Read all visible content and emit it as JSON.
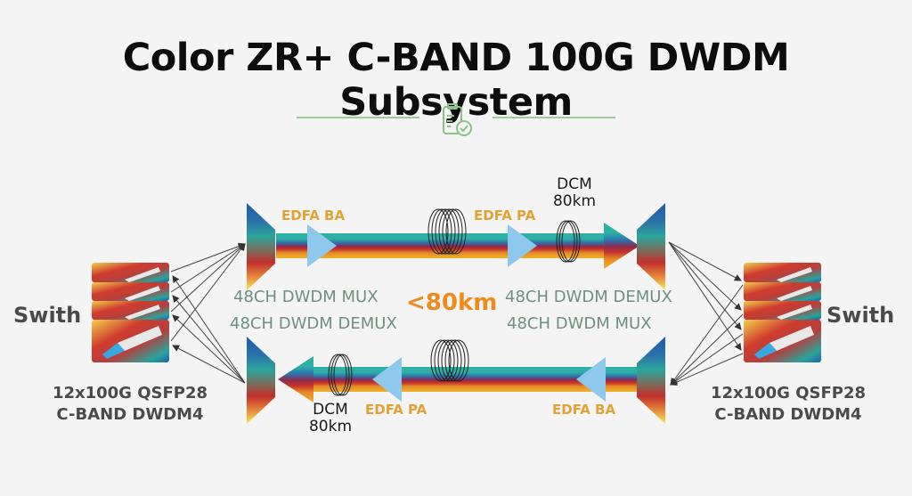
{
  "title": "Color ZR+ C-BAND 100G DWDM Subsystem",
  "divider_icon": "clipboard-check-icon",
  "colors": {
    "accent_green": "#9fcc9f",
    "edfa_label": "#e3a236",
    "distance_label": "#f08a1d",
    "mux_label": "#6f8f80",
    "amplifier": "#8ec8ec",
    "beam_stripes": [
      "#2fb0a5",
      "#2b73b0",
      "#8e2a4d",
      "#c9332b",
      "#e58a27",
      "#f0b12a"
    ]
  },
  "top_link": {
    "edfa_ba": "EDFA BA",
    "edfa_pa": "EDFA PA",
    "dcm_line1": "DCM",
    "dcm_line2": "80km"
  },
  "bottom_link": {
    "edfa_ba": "EDFA BA",
    "edfa_pa": "EDFA PA",
    "dcm_line1": "DCM",
    "dcm_line2": "80km"
  },
  "left_site": {
    "mux_top": "48CH DWDM MUX",
    "mux_bottom": "48CH DWDM DEMUX",
    "switch_label": "Swith",
    "module_line1": "12x100G QSFP28",
    "module_line2": "C-BAND DWDM4"
  },
  "right_site": {
    "mux_top": "48CH DWDM DEMUX",
    "mux_bottom": "48CH DWDM MUX",
    "switch_label": "Swith",
    "module_line1": "12x100G QSFP28",
    "module_line2": "C-BAND DWDM4"
  },
  "distance": "<80km"
}
